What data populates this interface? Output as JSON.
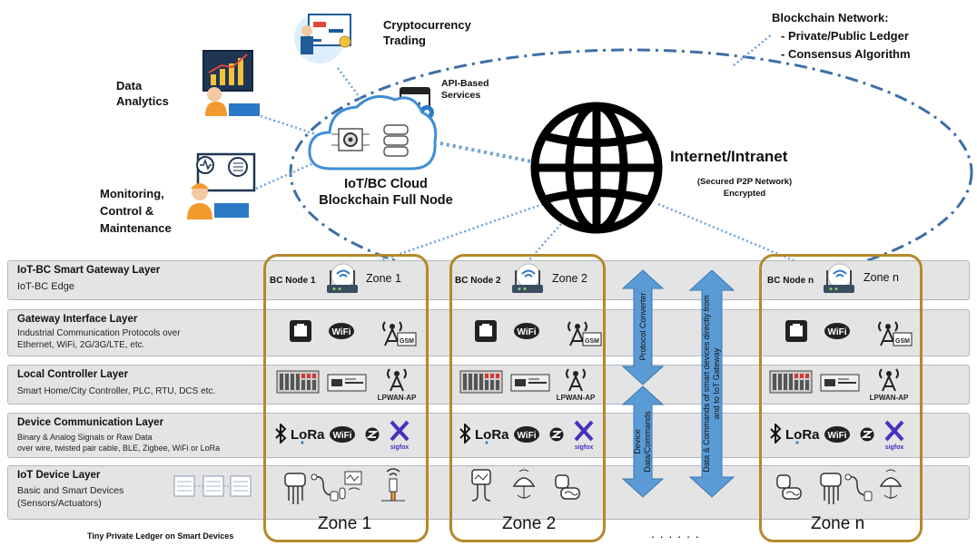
{
  "apps": {
    "crypto": "Cryptocurrency Trading",
    "analytics": "Data Analytics",
    "monitoring": "Monitoring, Control & Maintenance",
    "api": "API-Based Services"
  },
  "cloud": {
    "line1": "IoT/BC Cloud",
    "line2": "Blockchain Full Node"
  },
  "internet": {
    "title": "Internet/Intranet",
    "sub1": "(Secured P2P Network)",
    "sub2": "Encrypted"
  },
  "blockchain": {
    "title": "Blockchain Network:",
    "item1": "- Private/Public Ledger",
    "item2": "- Consensus Algorithm"
  },
  "layers": [
    {
      "title": "IoT-BC Smart Gateway Layer",
      "sub": [
        "IoT-BC Edge"
      ]
    },
    {
      "title": "Gateway Interface Layer",
      "sub": [
        "Industrial Communication Protocols over",
        "Ethernet, WiFi, 2G/3G/LTE, etc."
      ]
    },
    {
      "title": "Local Controller Layer",
      "sub": [
        "Smart Home/City Controller, PLC, RTU, DCS etc."
      ]
    },
    {
      "title": "Device Communication Layer",
      "sub": [
        "Binary & Analog Signals or Raw Data",
        "over wire, twisted pair cable, BLE, Zigbee, WiFi or LoRa"
      ]
    },
    {
      "title": "IoT Device Layer",
      "sub": [
        "Basic and Smart Devices",
        "(Sensors/Actuators)"
      ]
    }
  ],
  "zones": [
    {
      "label": "Zone 1",
      "node": "BC Node 1",
      "gateway": "Zone 1"
    },
    {
      "label": "Zone 2",
      "node": "BC Node 2",
      "gateway": "Zone 2"
    },
    {
      "label": "Zone n",
      "node": "BC Node n",
      "gateway": "Zone n"
    }
  ],
  "arrows": {
    "protocol": "Protocol Converter",
    "device": "Device Data/Commands",
    "direct": "Data & Commands of smart devices directly from and to IoT Gateway"
  },
  "icon_labels": {
    "gsm": "GSM",
    "lpwan": "LPWAN-AP",
    "lora": "LoRa",
    "sigfox": "sigfox",
    "wifi": "WiFi"
  },
  "ledger_note": "Tiny Private Ledger on Smart Devices",
  "ellipsis": ". . . . . .",
  "colors": {
    "zone_border": "#b5892a",
    "arrow_blue": "#5b9bd5",
    "dotted_link": "#6fa2d3",
    "layer_bg": "#e4e4e4"
  }
}
